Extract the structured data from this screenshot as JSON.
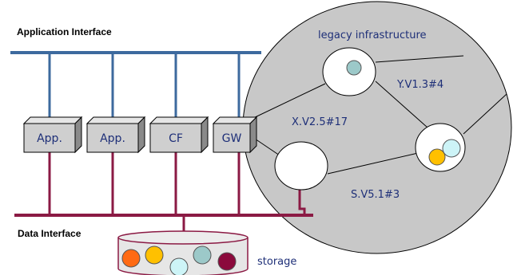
{
  "labels": {
    "application_interface": "Application Interface",
    "data_interface": "Data Interface",
    "legacy_infrastructure": "legacy infrastructure",
    "storage": "storage"
  },
  "components": [
    {
      "name": "App."
    },
    {
      "name": "App."
    },
    {
      "name": "CF"
    },
    {
      "name": "GW"
    }
  ],
  "links": {
    "x": "X.V2.5#17",
    "y": "Y.V1.3#4",
    "s": "S.V5.1#3"
  },
  "colors": {
    "application_bus": "#3d6a9e",
    "data_bus": "#8b1a44",
    "legacy_cloud_fill": "#c8c8c8",
    "box_front": "#cfcfcf",
    "box_top": "#e6e6e6",
    "box_side": "#8a8a8a",
    "text_blue": "#1e2f78",
    "disk_orange": "#ff6a13",
    "disk_yellow": "#ffc000",
    "disk_light_cyan": "#cdf4f7",
    "disk_teal": "#9cc9c9",
    "disk_maroon": "#8b0a3c"
  }
}
